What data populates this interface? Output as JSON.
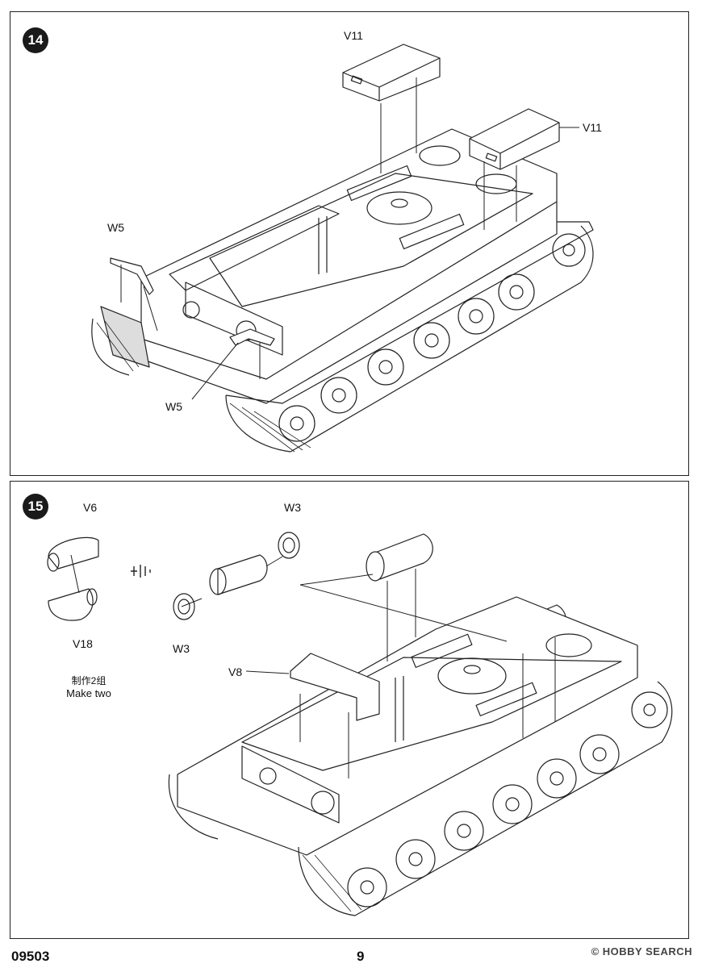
{
  "steps": [
    {
      "number": "14",
      "labels": {
        "v11_top": "V11",
        "v11_right": "V11",
        "w5_left": "W5",
        "w5_bottom": "W5"
      }
    },
    {
      "number": "15",
      "labels": {
        "v6": "V6",
        "v18": "V18",
        "w3_top": "W3",
        "w3_bottom": "W3",
        "v8": "V8"
      },
      "note_cn": "制作2组",
      "note_en": "Make two"
    }
  ],
  "footer": {
    "code": "09503",
    "page": "9"
  },
  "watermark": {
    "brand": "HOBBY SEARCH",
    "symbol": "©"
  }
}
